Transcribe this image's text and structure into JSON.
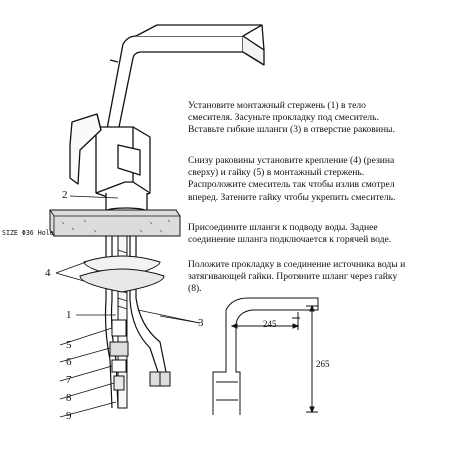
{
  "instructions": [
    {
      "id": "step1",
      "lines": [
        "Установите монтажный стержень (1) в тело",
        "смесителя. Засуньте прокладку под смеситель.",
        "Вставьте гибкие шланги (3) в отверстие раковины."
      ]
    },
    {
      "id": "step2",
      "lines": [
        "Снизу раковины установите крепление (4) (резина",
        "сверху) и гайку (5) в монтажный стержень.",
        "Распроложите смеситель так чтобы излив смотрел",
        "вперед. Затените гайку чтобы укрепить смеситель."
      ]
    },
    {
      "id": "step3",
      "lines": [
        "Присоедините шланги к подводу воды. Заднее",
        "соединение шланга подключается к горячей воде."
      ]
    },
    {
      "id": "step4",
      "lines": [
        "Положите прокладку в соединение источника воды и",
        "затягивающей гайки. Протяните шланг через гайку",
        "(8)."
      ]
    }
  ],
  "part_numbers": [
    "1",
    "2",
    "3",
    "4",
    "5",
    "6",
    "7",
    "8",
    "9"
  ],
  "size_label": "SIZE Φ36 Hole",
  "dimensions": {
    "reach": "245",
    "height": "265"
  }
}
